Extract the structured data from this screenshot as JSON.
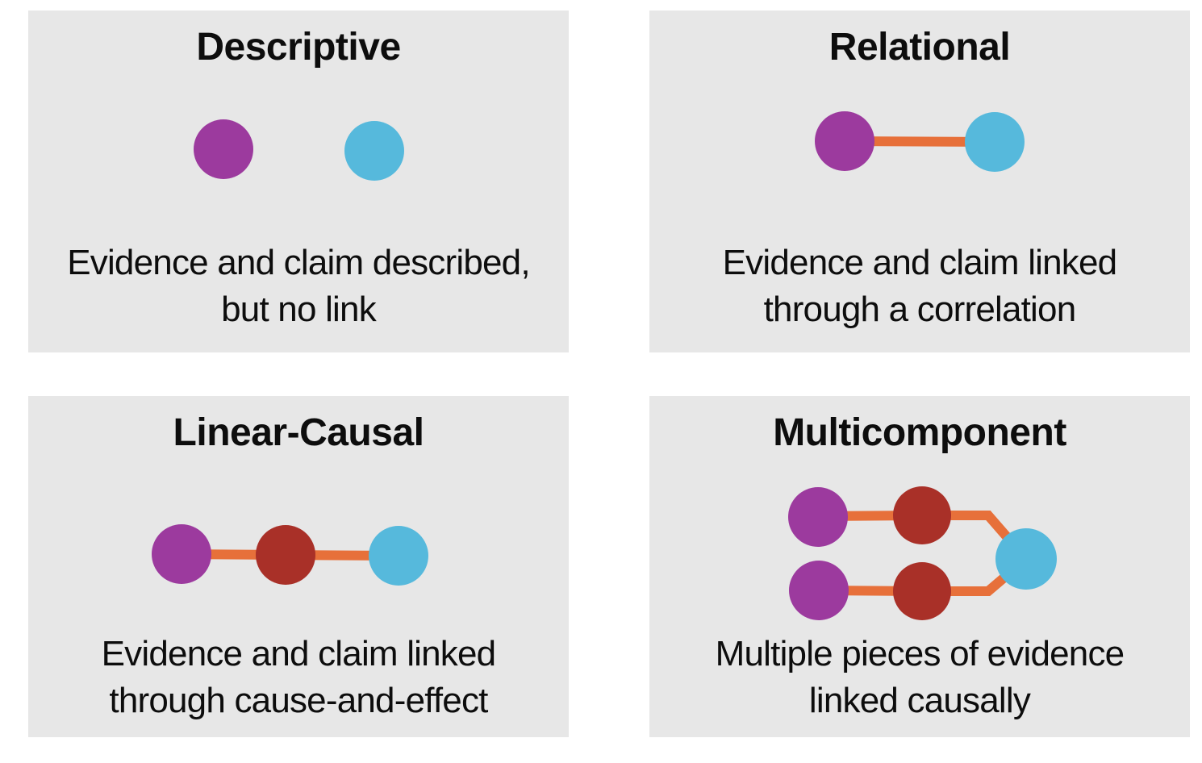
{
  "colors": {
    "page_bg": "#ffffff",
    "panel_bg": "#e7e7e7",
    "text": "#151515",
    "evidence_purple": "#9c3a9e",
    "intermediate_red": "#a93028",
    "claim_blue": "#56b9dc",
    "link_orange": "#e7703a"
  },
  "panels": [
    {
      "id": "descriptive",
      "title": "Descriptive",
      "caption_line1": "Evidence and claim described,",
      "caption_line2": "but no link",
      "diagram": {
        "nodes": [
          "evidence-purple",
          "claim-blue"
        ],
        "links": "none"
      }
    },
    {
      "id": "relational",
      "title": "Relational",
      "caption_line1": "Evidence and claim linked",
      "caption_line2": "through a correlation",
      "diagram": {
        "nodes": [
          "evidence-purple",
          "claim-blue"
        ],
        "links": "evidence-claim"
      }
    },
    {
      "id": "linear-causal",
      "title": "Linear-Causal",
      "caption_line1": "Evidence and claim linked",
      "caption_line2": "through cause-and-effect",
      "diagram": {
        "nodes": [
          "evidence-purple",
          "intermediate-red",
          "claim-blue"
        ],
        "links": "evidence-intermediate-claim chain"
      }
    },
    {
      "id": "multicomponent",
      "title": "Multicomponent",
      "caption_line1": "Multiple pieces of evidence",
      "caption_line2": "linked causally",
      "diagram": {
        "nodes": [
          "evidence-purple",
          "intermediate-red",
          "evidence-purple",
          "intermediate-red",
          "claim-blue"
        ],
        "links": "two evidence-intermediate chains converging on claim"
      }
    }
  ]
}
